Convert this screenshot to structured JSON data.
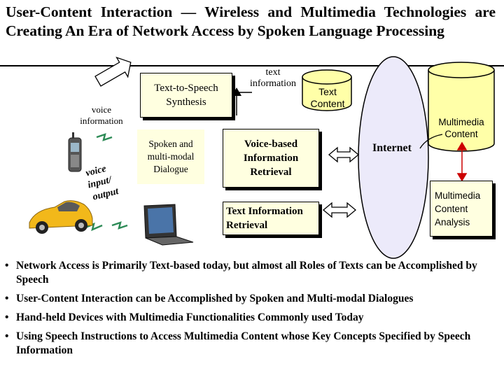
{
  "title": "User-Content Interaction — Wireless and Multimedia Technologies are Creating An Era of Network Access by Spoken Language Processing",
  "diagram": {
    "voice_information": "voice information",
    "voice_io_line1": "voice",
    "voice_io_line2": "input/",
    "voice_io_line3": "output",
    "tts": "Text-to-Speech Synthesis",
    "text_information": "text information",
    "text_content": "Text Content",
    "multimedia_content": "Multimedia Content",
    "spoken_dialogue": "Spoken and multi-modal Dialogue",
    "voice_retrieval": "Voice-based Information Retrieval",
    "internet": "Internet",
    "text_retrieval": "Text Information Retrieval",
    "multimedia_analysis": "Multimedia Content Analysis"
  },
  "bullets": [
    "Network Access is Primarily Text-based today, but almost all Roles of Texts can be Accomplished by Speech",
    "User-Content Interaction can be Accomplished by Spoken and Multi-modal Dialogues",
    "Hand-held Devices with Multimedia Functionalities Commonly used Today",
    "Using Speech Instructions to Access Multimedia Content whose Key Concepts Specified by Speech Information"
  ],
  "colors": {
    "box_fill": "#FFFFE0",
    "cylinder_fill": "#FFFFA8",
    "internet_fill": "#ECEAFA",
    "car": "#F2B81A",
    "lightning": "#2E8B57"
  }
}
